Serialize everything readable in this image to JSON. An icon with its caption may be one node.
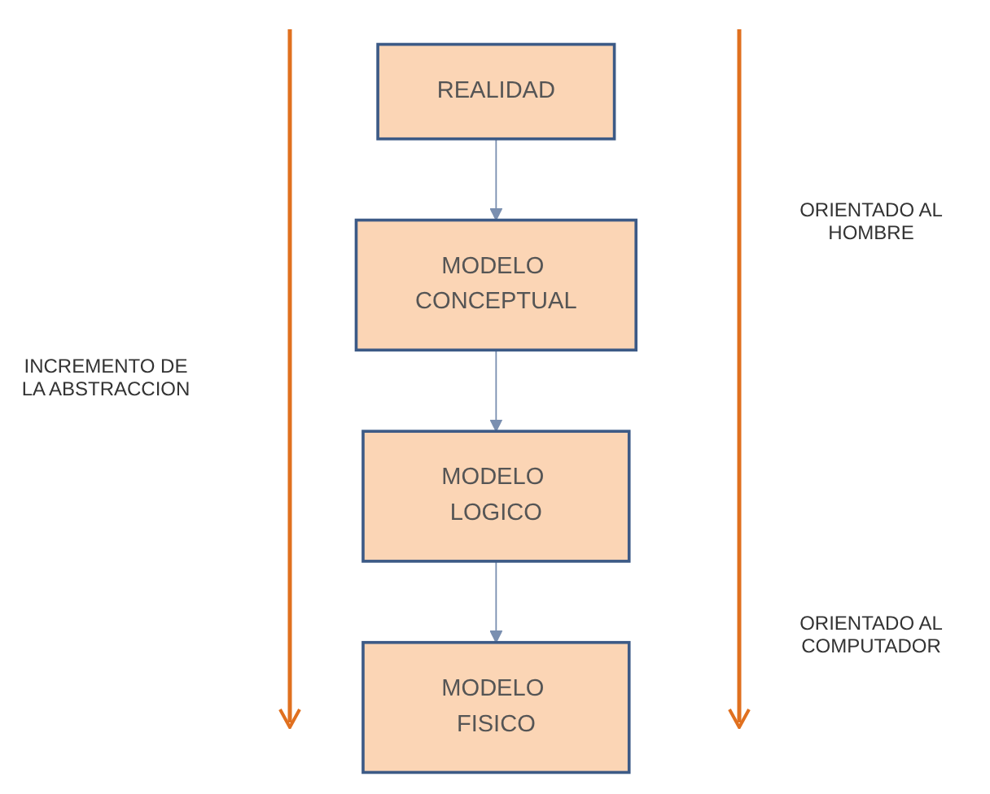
{
  "diagram": {
    "nodes": [
      {
        "text": [
          "REALIDAD"
        ]
      },
      {
        "text": [
          "MODELO CONCEPTUAL"
        ]
      },
      {
        "text": [
          "MODELO LOGICO"
        ]
      },
      {
        "text": [
          "MODELO FISICO"
        ]
      }
    ],
    "edges": [
      {
        "from": 0,
        "to": 1,
        "arrow": "to"
      },
      {
        "from": 1,
        "to": 2,
        "arrow": "to"
      },
      {
        "from": 2,
        "to": 3,
        "arrow": "to"
      }
    ],
    "labels": [
      "ORIENTADO AL HOMBRE",
      "INCREMENTO DE LA ABSTRACCION",
      "ORIENTADO AL COMPUTADOR"
    ]
  }
}
